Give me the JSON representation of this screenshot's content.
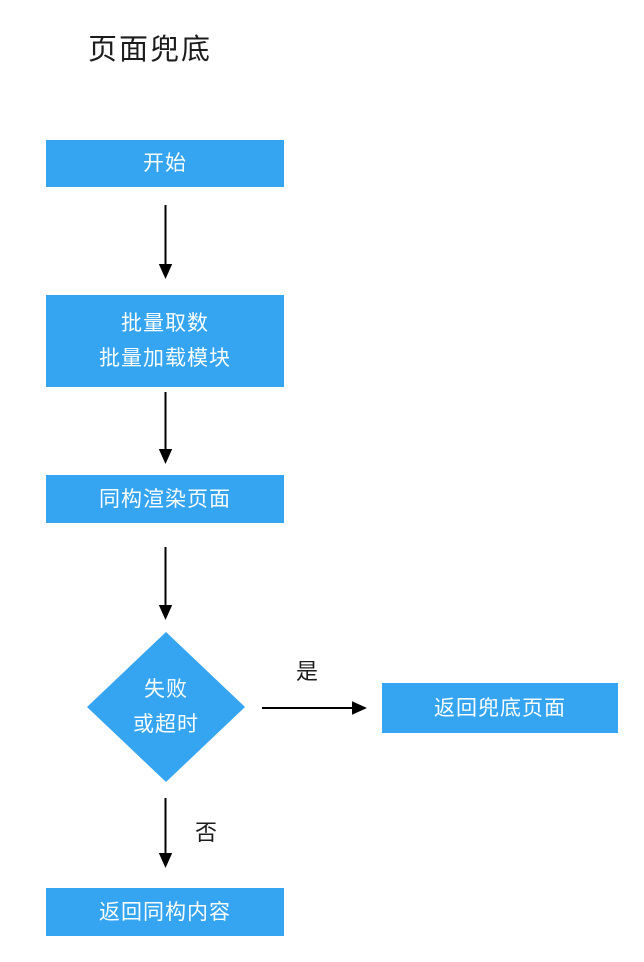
{
  "title": "页面兜底",
  "nodes": {
    "start": {
      "label": "开始"
    },
    "batch": {
      "line1": "批量取数",
      "line2": "批量加载模块"
    },
    "render": {
      "label": "同构渲染页面"
    },
    "decision": {
      "line1": "失败",
      "line2": "或超时"
    },
    "fallback": {
      "label": "返回兜底页面"
    },
    "isomorphic": {
      "label": "返回同构内容"
    }
  },
  "edge_labels": {
    "yes": "是",
    "no": "否"
  },
  "colors": {
    "node_fill": "#35A4F1",
    "node_text": "#FAFDFF",
    "arrow_color": "#000000",
    "title_color": "#1C1C1C",
    "label_color": "#1C1C1C",
    "background": "#FFFFFF"
  }
}
